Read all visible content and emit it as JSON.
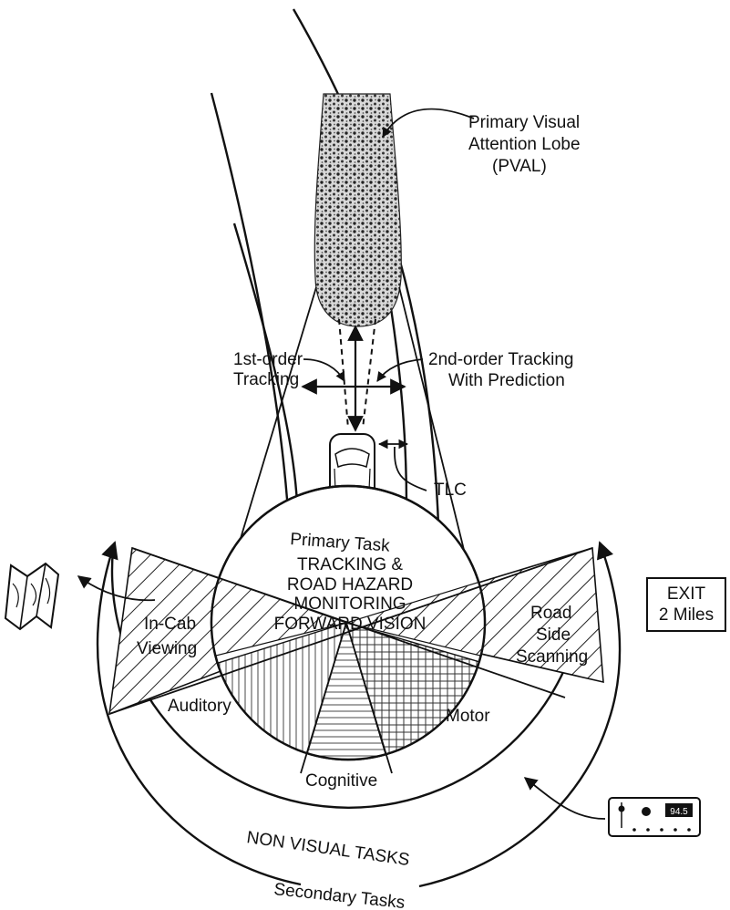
{
  "labels": {
    "pval_line1": "Primary Visual",
    "pval_line2": "Attention Lobe",
    "pval_line3": "(PVAL)",
    "first_order_line1": "1st-order",
    "first_order_line2": "Tracking",
    "second_order_line1": "2nd-order Tracking",
    "second_order_line2": "With Prediction",
    "tlc": "TLC",
    "primary_task": "Primary Task",
    "center_line1": "TRACKING &",
    "center_line2": "ROAD HAZARD",
    "center_line3": "MONITORING",
    "center_line4": "FORWARD VISION",
    "in_cab_line1": "In-Cab",
    "in_cab_line2": "Viewing",
    "road_side_line1": "Road",
    "road_side_line2": "Side",
    "road_side_line3": "Scanning",
    "auditory": "Auditory",
    "cognitive": "Cognitive",
    "motor": "Motor",
    "non_visual_tasks": "NON VISUAL TASKS",
    "secondary_tasks": "Secondary Tasks"
  },
  "exit_sign": {
    "line1": "EXIT",
    "line2": "2 Miles"
  },
  "radio": {
    "display": "94.5"
  },
  "icons": [
    "map-icon",
    "radio-icon",
    "car-icon",
    "exit-sign-icon"
  ]
}
